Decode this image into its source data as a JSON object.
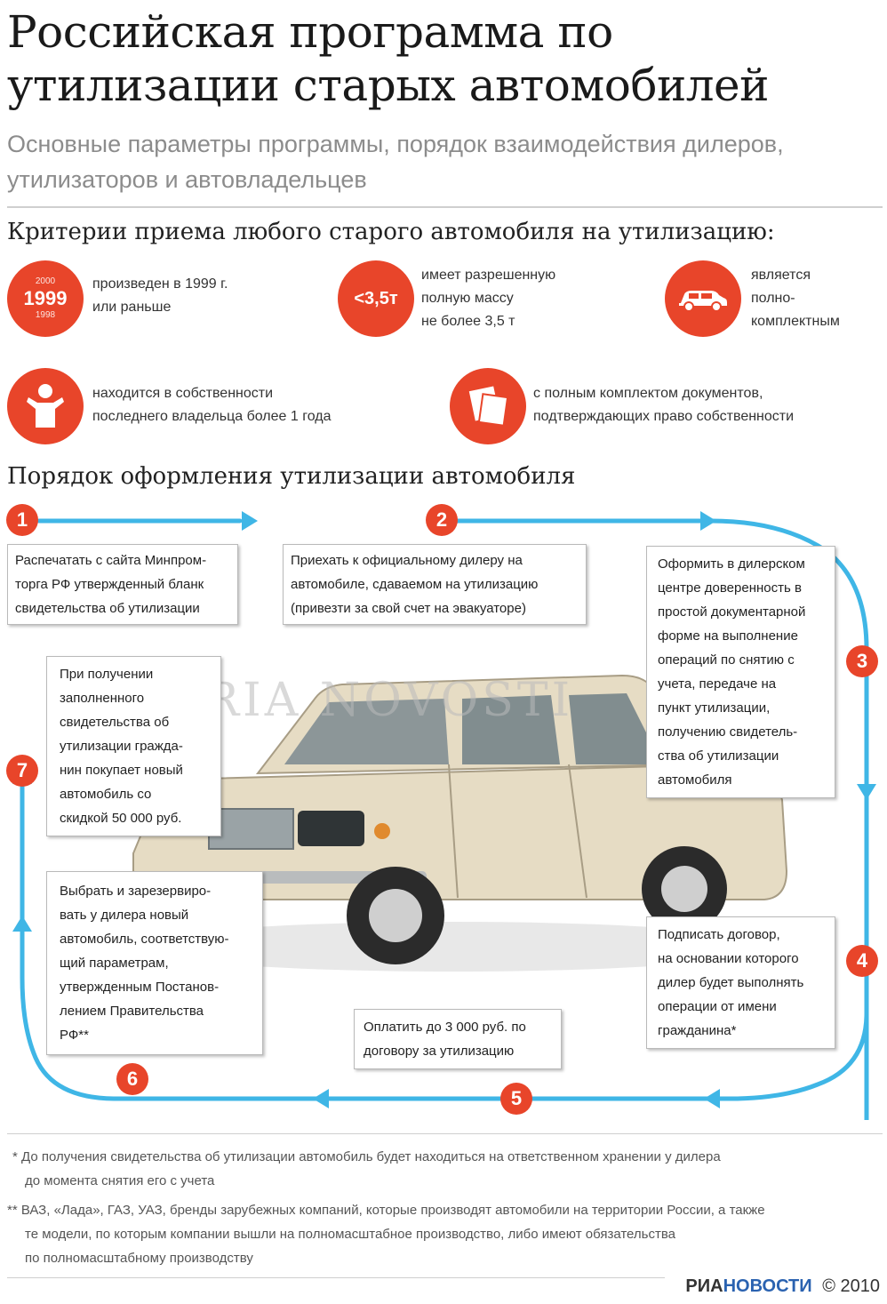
{
  "title": "Российская программа по утилизации старых автомобилей",
  "subtitle": "Основные параметры программы, порядок взаимодействия дилеров, утилизаторов и автовладельцев",
  "criteria": {
    "heading": "Критерии приема любого старого автомобиля на утилизацию:",
    "items": [
      {
        "icon": "calendar-1999-icon",
        "badge_top": "2000",
        "badge_main": "1999",
        "badge_bottom": "1998",
        "lines": [
          "произведен в 1999 г.",
          "или раньше"
        ]
      },
      {
        "icon": "weight-icon",
        "badge_main": "<3,5т",
        "lines": [
          "имеет разрешенную",
          "полную массу",
          "не более 3,5 т"
        ]
      },
      {
        "icon": "car-icon",
        "lines": [
          "является",
          "полно-",
          "комплектным"
        ]
      },
      {
        "icon": "owner-icon",
        "lines": [
          "находится в собственности",
          "последнего владельца более 1 года"
        ]
      },
      {
        "icon": "documents-icon",
        "lines": [
          "с полным комплектом документов,",
          "подтверждающих право собственности"
        ]
      }
    ]
  },
  "procedure": {
    "heading": "Порядок оформления утилизации автомобиля",
    "steps": [
      {
        "number": "1",
        "lines": [
          "Распечатать с сайта Минпром-",
          "торга РФ утвержденный бланк",
          "свидетельства об утилизации"
        ]
      },
      {
        "number": "2",
        "lines": [
          "Приехать к официальному дилеру на",
          "автомобиле, сдаваемом на утилизацию",
          "(привезти за свой счет на эвакуаторе)"
        ]
      },
      {
        "number": "3",
        "lines": [
          "Оформить в дилерском",
          "центре доверенность в",
          "простой документарной",
          "форме на выполнение",
          "операций по снятию с",
          "учета, передаче на",
          "пункт утилизации,",
          "получению свидетель-",
          "ства об утилизации",
          "автомобиля"
        ]
      },
      {
        "number": "4",
        "lines": [
          "Подписать договор,",
          "на основании которого",
          "дилер будет выполнять",
          "операции от имени",
          "гражданина*"
        ]
      },
      {
        "number": "5",
        "lines": [
          "Оплатить до 3 000 руб. по",
          "договору за утилизацию"
        ]
      },
      {
        "number": "6",
        "lines": [
          "Выбрать и зарезервиро-",
          "вать у дилера новый",
          "автомобиль, соответствую-",
          "щий параметрам,",
          "утвержденным Постанов-",
          "лением Правительства",
          "РФ**"
        ]
      },
      {
        "number": "7",
        "lines": [
          "При получении",
          "заполненного",
          "свидетельства об",
          "утилизации гражда-",
          "нин покупает новый",
          "автомобиль со",
          "скидкой 50 000 руб."
        ]
      }
    ]
  },
  "watermark": "RIA NOVOSTI",
  "footnotes": [
    {
      "lines": [
        "* До получения свидетельства об утилизации автомобиль будет находиться на ответственном хранении у дилера",
        "до момента снятия его с учета"
      ]
    },
    {
      "lines": [
        "** ВАЗ, «Лада», ГАЗ, УАЗ, бренды зарубежных компаний, которые производят автомобили на территории России, а также",
        "те модели, по которым компании вышли на полномасштабное производство, либо имеют обязательства",
        "по полномасштабному производству"
      ]
    }
  ],
  "brand": {
    "ria": "РИА",
    "novosti": "НОВОСТИ",
    "copyright": "© 2010"
  },
  "colors": {
    "accent": "#e8452a",
    "flow": "#3fb6e6",
    "car_body": "#e6dcc4"
  }
}
